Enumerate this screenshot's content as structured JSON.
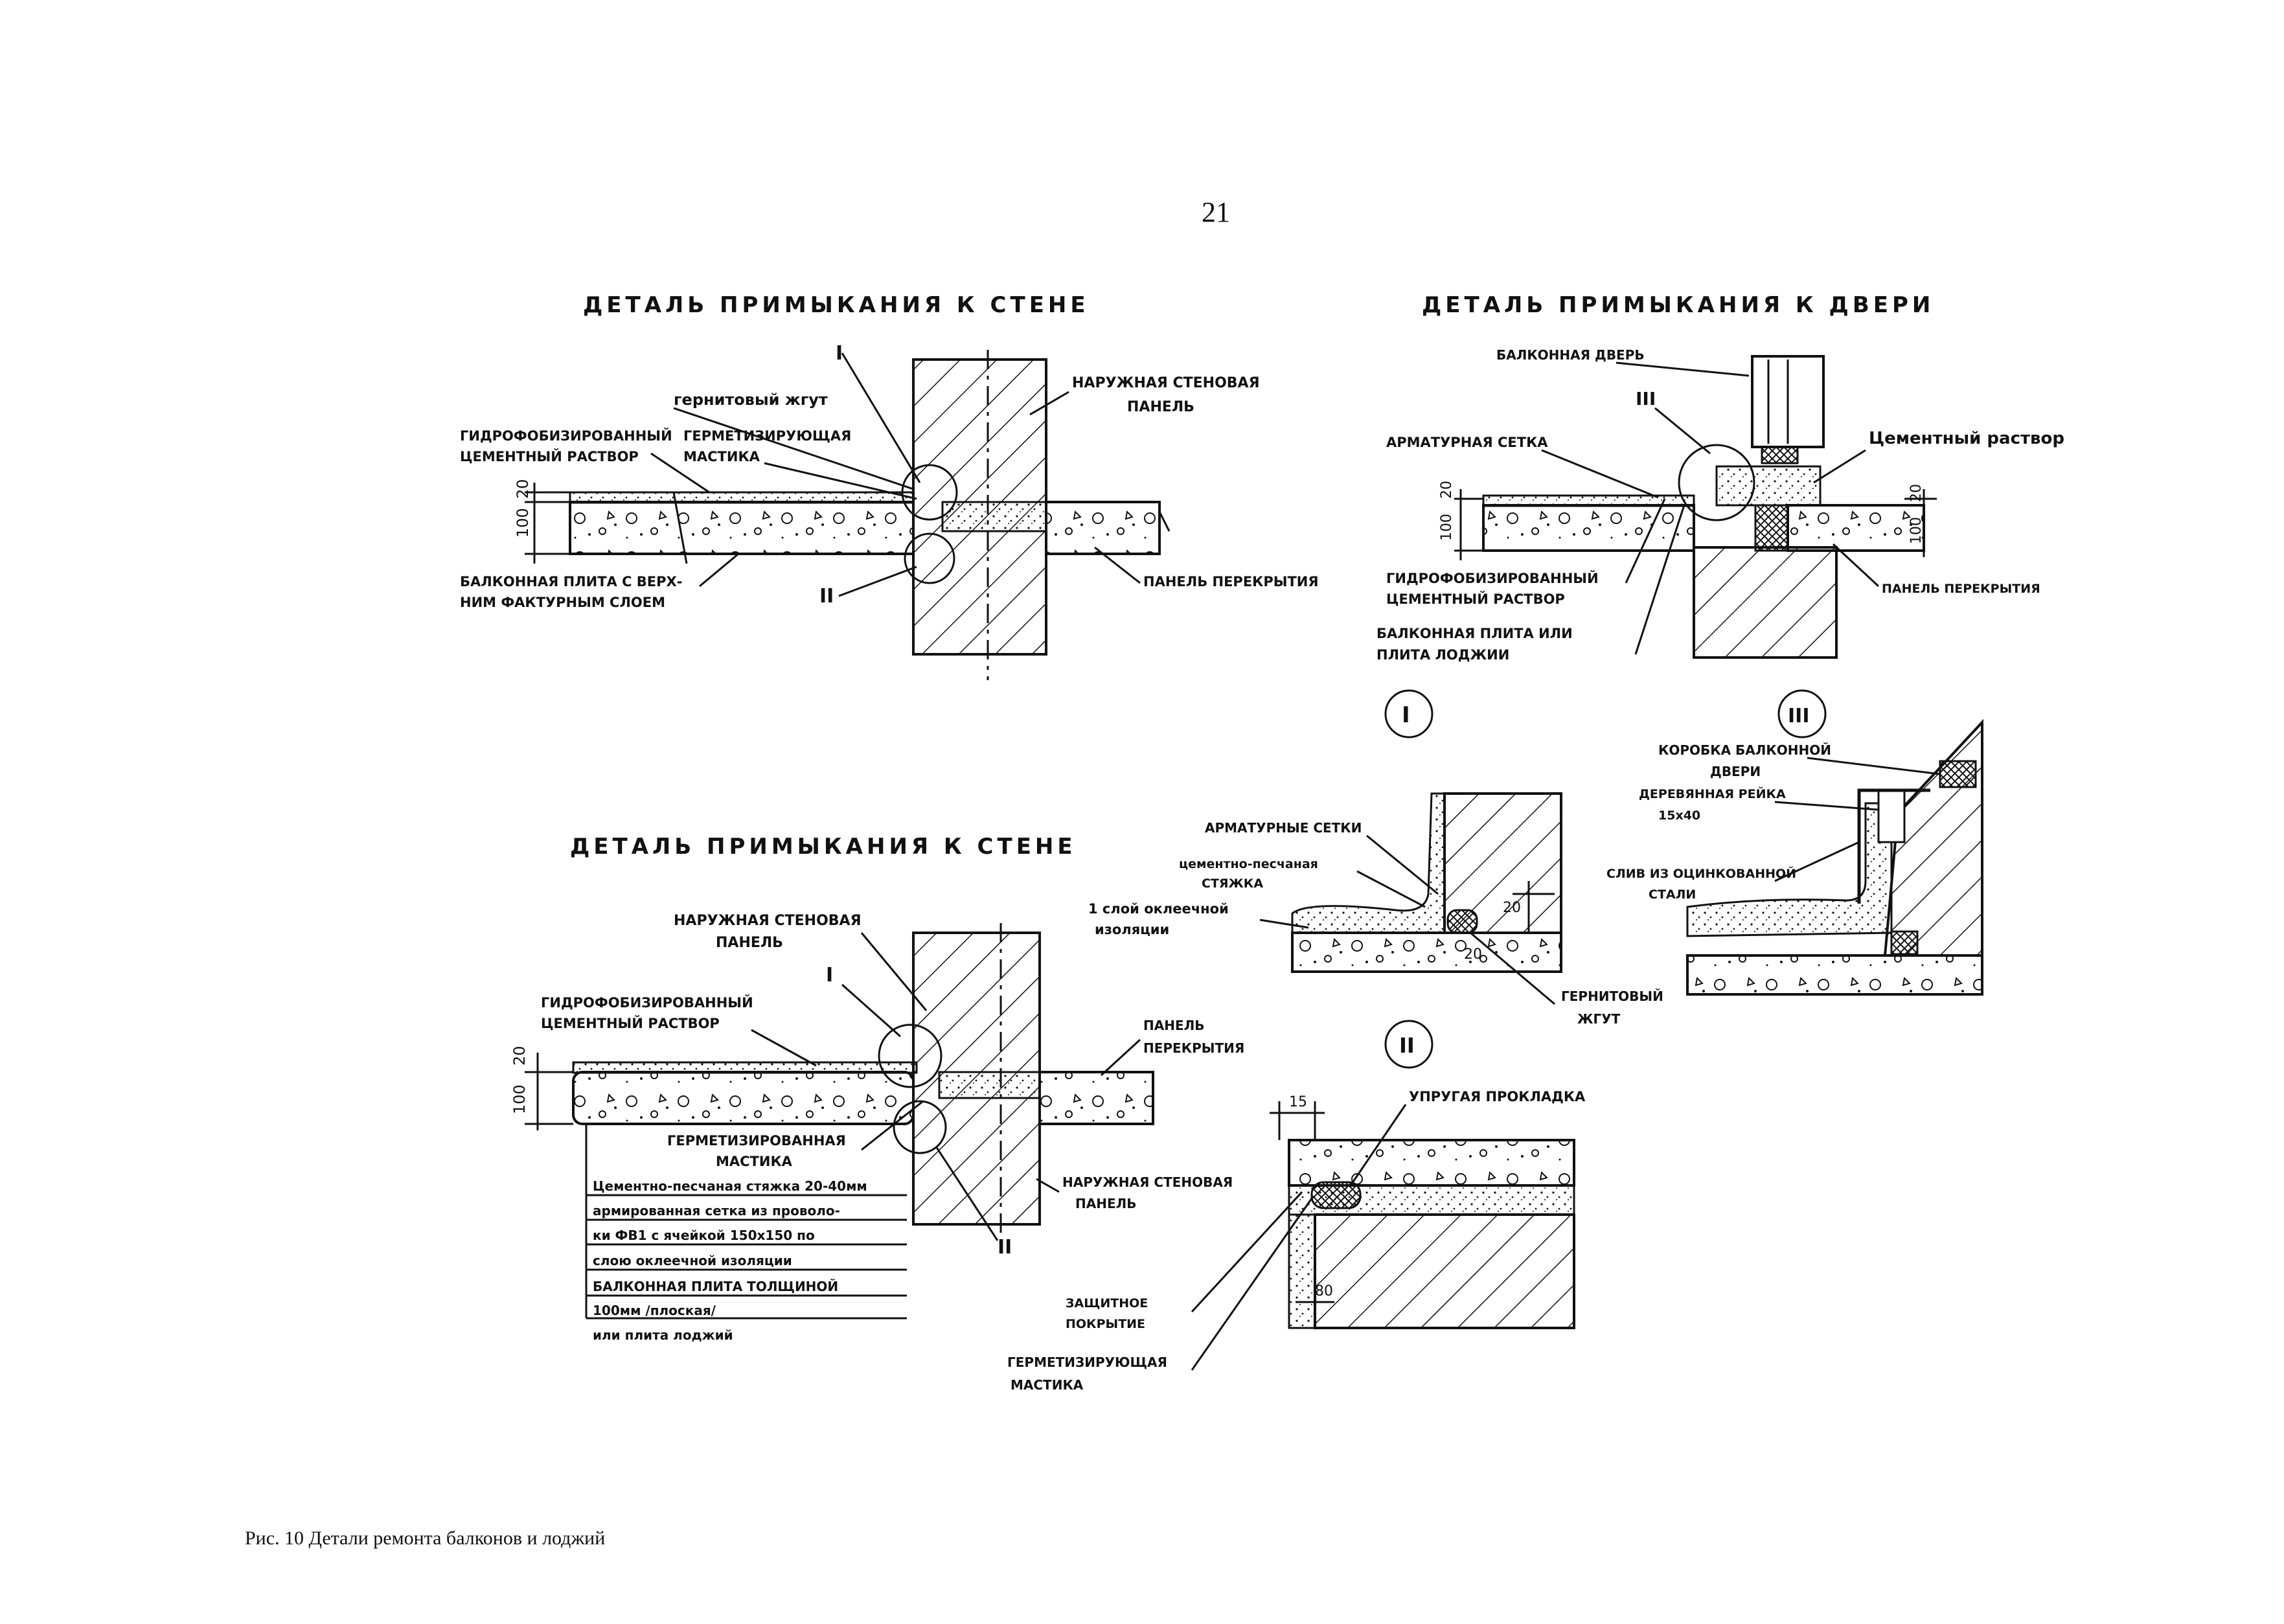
{
  "page": {
    "number": "21",
    "caption": "Рис. 10  Детали ремонта балконов и лоджий"
  },
  "detail_wall_top": {
    "title": "ДЕТАЛЬ ПРИМЫКАНИЯ К СТЕНЕ",
    "marker_top": "I",
    "marker_bottom": "II",
    "labels": {
      "harness": "гернитовый жгут",
      "outer_panel_1": "НАРУЖНАЯ СТЕНОВАЯ",
      "outer_panel_2": "ПАНЕЛЬ",
      "hydro_1": "ГИДРОФОБИЗИРОВАННЫЙ",
      "hydro_2": "ЦЕМЕНТНЫЙ РАСТВОР",
      "sealant_1": "ГЕРМЕТИЗИРУЮЩАЯ",
      "sealant_2": "МАСТИКА",
      "balcony_slab_1": "БАЛКОННАЯ ПЛИТА С ВЕРХ-",
      "balcony_slab_2": "НИМ ФАКТУРНЫМ СЛОЕМ",
      "floor_panel": "ПАНЕЛЬ ПЕРЕКРЫТИЯ"
    },
    "dims": {
      "top": "20",
      "main": "100"
    }
  },
  "detail_door": {
    "title": "ДЕТАЛЬ ПРИМЫКАНИЯ К ДВЕРИ",
    "marker": "III",
    "labels": {
      "door": "БАЛКОННАЯ ДВЕРЬ",
      "mesh": "АРМАТУРНАЯ СЕТКА",
      "cement": "Цементный раствор",
      "hydro_1": "ГИДРОФОБИЗИРОВАННЫЙ",
      "hydro_2": "ЦЕМЕНТНЫЙ РАСТВОР",
      "floor_panel": "ПАНЕЛЬ ПЕРЕКРЫТИЯ",
      "slab_1": "БАЛКОННАЯ ПЛИТА ИЛИ",
      "slab_2": "ПЛИТА ЛОДЖИИ"
    },
    "dims": {
      "left_main": "100",
      "left_top": "20",
      "right_top": "20",
      "right_main": "100"
    }
  },
  "node_I": {
    "marker": "I",
    "labels": {
      "mesh": "АРМАТУРНЫЕ СЕТКИ",
      "screed_1": "цементно-песчаная",
      "screed_2": "СТЯЖКА",
      "layer_1": "1 слой оклеечной",
      "layer_2": "изоляции",
      "harness_1": "ГЕРНИТОВЫЙ",
      "harness_2": "ЖГУТ"
    },
    "dims": {
      "a": "20",
      "b": "20"
    }
  },
  "node_III": {
    "marker": "III",
    "labels": {
      "frame_1": "КОРОБКА БАЛКОННОЙ",
      "frame_2": "ДВЕРИ",
      "rail_1": "ДЕРЕВЯННАЯ РЕЙКА",
      "rail_2": "15х40",
      "flashing_1": "СЛИВ ИЗ ОЦИНКОВАННОЙ",
      "flashing_2": "СТАЛИ"
    }
  },
  "detail_wall_bottom": {
    "title": "ДЕТАЛЬ ПРИМЫКАНИЯ К СТЕНЕ",
    "marker_top": "I",
    "marker_bottom": "II",
    "labels": {
      "outer_panel_1": "НАРУЖНАЯ СТЕНОВАЯ",
      "outer_panel_2": "ПАНЕЛЬ",
      "hydro_1": "ГИДРОФОБИЗИРОВАННЫЙ",
      "hydro_2": "ЦЕМЕНТНЫЙ РАСТВОР",
      "floor_panel_1": "ПАНЕЛЬ",
      "floor_panel_2": "ПЕРЕКРЫТИЯ",
      "sealed_1": "ГЕРМЕТИЗИРОВАННАЯ",
      "sealed_2": "МАСТИКА",
      "outer_panel_b1": "НАРУЖНАЯ СТЕНОВАЯ",
      "outer_panel_b2": "ПАНЕЛЬ"
    },
    "dims": {
      "main": "100",
      "top": "20"
    },
    "layers": [
      "Цементно-песчаная стяжка 20-40мм",
      "армированная сетка из проволо-",
      "ки ФВ1 с ячейкой 150х150 по",
      "слою оклеечной изоляции",
      "БАЛКОННАЯ ПЛИТА ТОЛЩИНОЙ",
      "100мм /плоская/",
      "или плита лоджий"
    ]
  },
  "node_II": {
    "marker": "II",
    "labels": {
      "elastic": "УПРУГАЯ ПРОКЛАДКА",
      "cover_1": "ЗАЩИТНОЕ",
      "cover_2": "ПОКРЫТИЕ",
      "sealant_1": "ГЕРМЕТИЗИРУЮЩАЯ",
      "sealant_2": "МАСТИКА"
    },
    "dims": {
      "width": "15",
      "depth": "80"
    }
  }
}
